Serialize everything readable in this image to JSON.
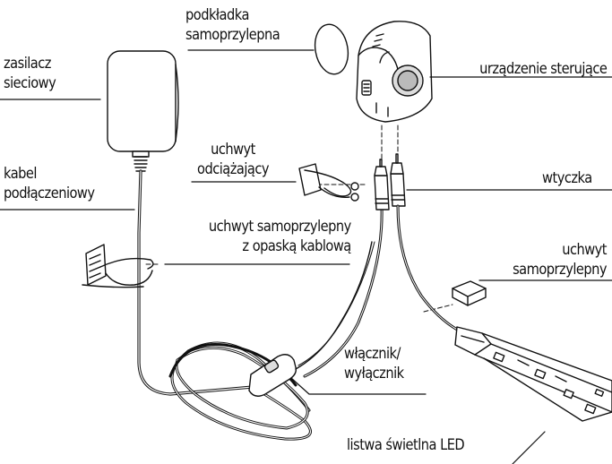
{
  "labels": {
    "adhesive_pad": [
      "podkładka",
      "samoprzylepna"
    ],
    "power_supply": [
      "zasilacz",
      "sieciowy"
    ],
    "control_device": [
      "urządzenie sterujące"
    ],
    "strain_relief": [
      "uchwyt",
      "odciążający"
    ],
    "connection_cable": [
      "kabel",
      "podłączeniowy"
    ],
    "plug": [
      "wtyczka"
    ],
    "adhesive_holder_tie": [
      "uchwyt samoprzylepny",
      "z opaską kablową"
    ],
    "adhesive_holder": [
      "uchwyt",
      "samoprzylepny"
    ],
    "switch": [
      "włącznik/",
      "wyłącznik"
    ],
    "led_strip": [
      "listwa świetlna LED"
    ]
  }
}
